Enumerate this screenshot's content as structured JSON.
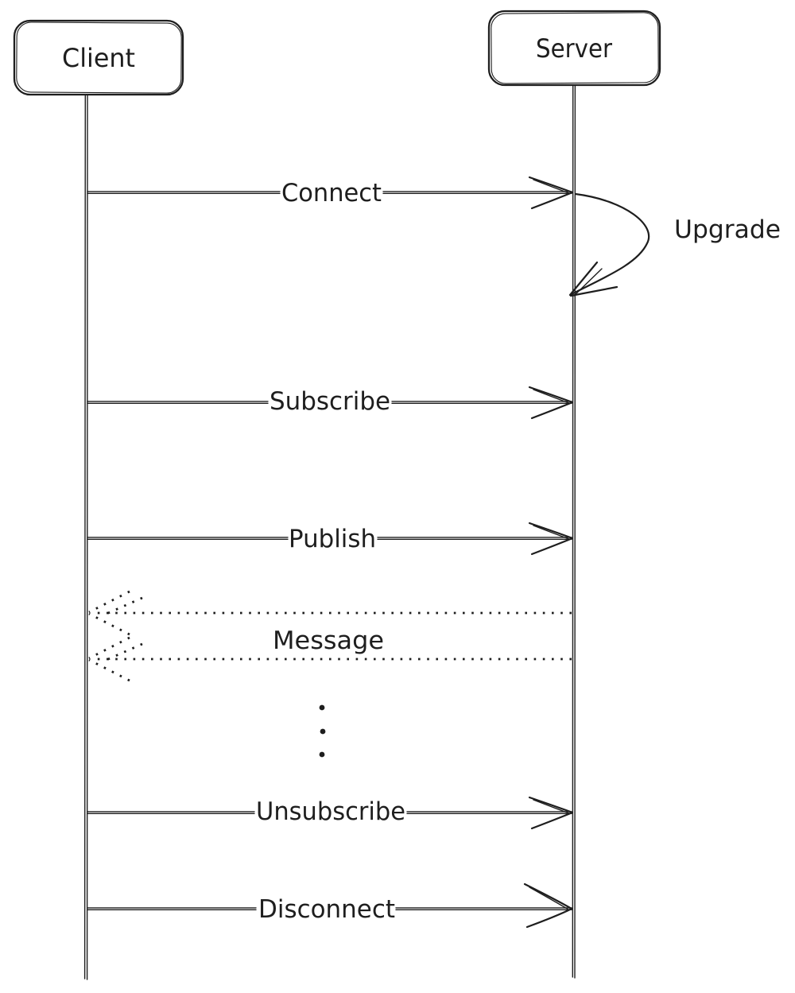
{
  "diagram_type": "sequence-diagram",
  "style": {
    "stroke_color": "#1e1e1e",
    "background_color": "#ffffff",
    "look": "hand-drawn sketch"
  },
  "actors": [
    {
      "label": "Client"
    },
    {
      "label": "Server"
    }
  ],
  "messages": [
    {
      "label": "Connect",
      "from": "Client",
      "to": "Server",
      "line": "solid"
    },
    {
      "label": "Upgrade",
      "from": "Server",
      "to": "Server",
      "line": "self-loop"
    },
    {
      "label": "Subscribe",
      "from": "Client",
      "to": "Server",
      "line": "solid"
    },
    {
      "label": "Publish",
      "from": "Client",
      "to": "Server",
      "line": "solid"
    },
    {
      "label": "Message",
      "from": "Server",
      "to": "Client",
      "line": "dotted",
      "arrow_count": 2
    },
    {
      "label": "Unsubscribe",
      "from": "Client",
      "to": "Server",
      "line": "solid"
    },
    {
      "label": "Disconnect",
      "from": "Client",
      "to": "Server",
      "line": "solid"
    }
  ],
  "ellipsis_dot_count": 3
}
